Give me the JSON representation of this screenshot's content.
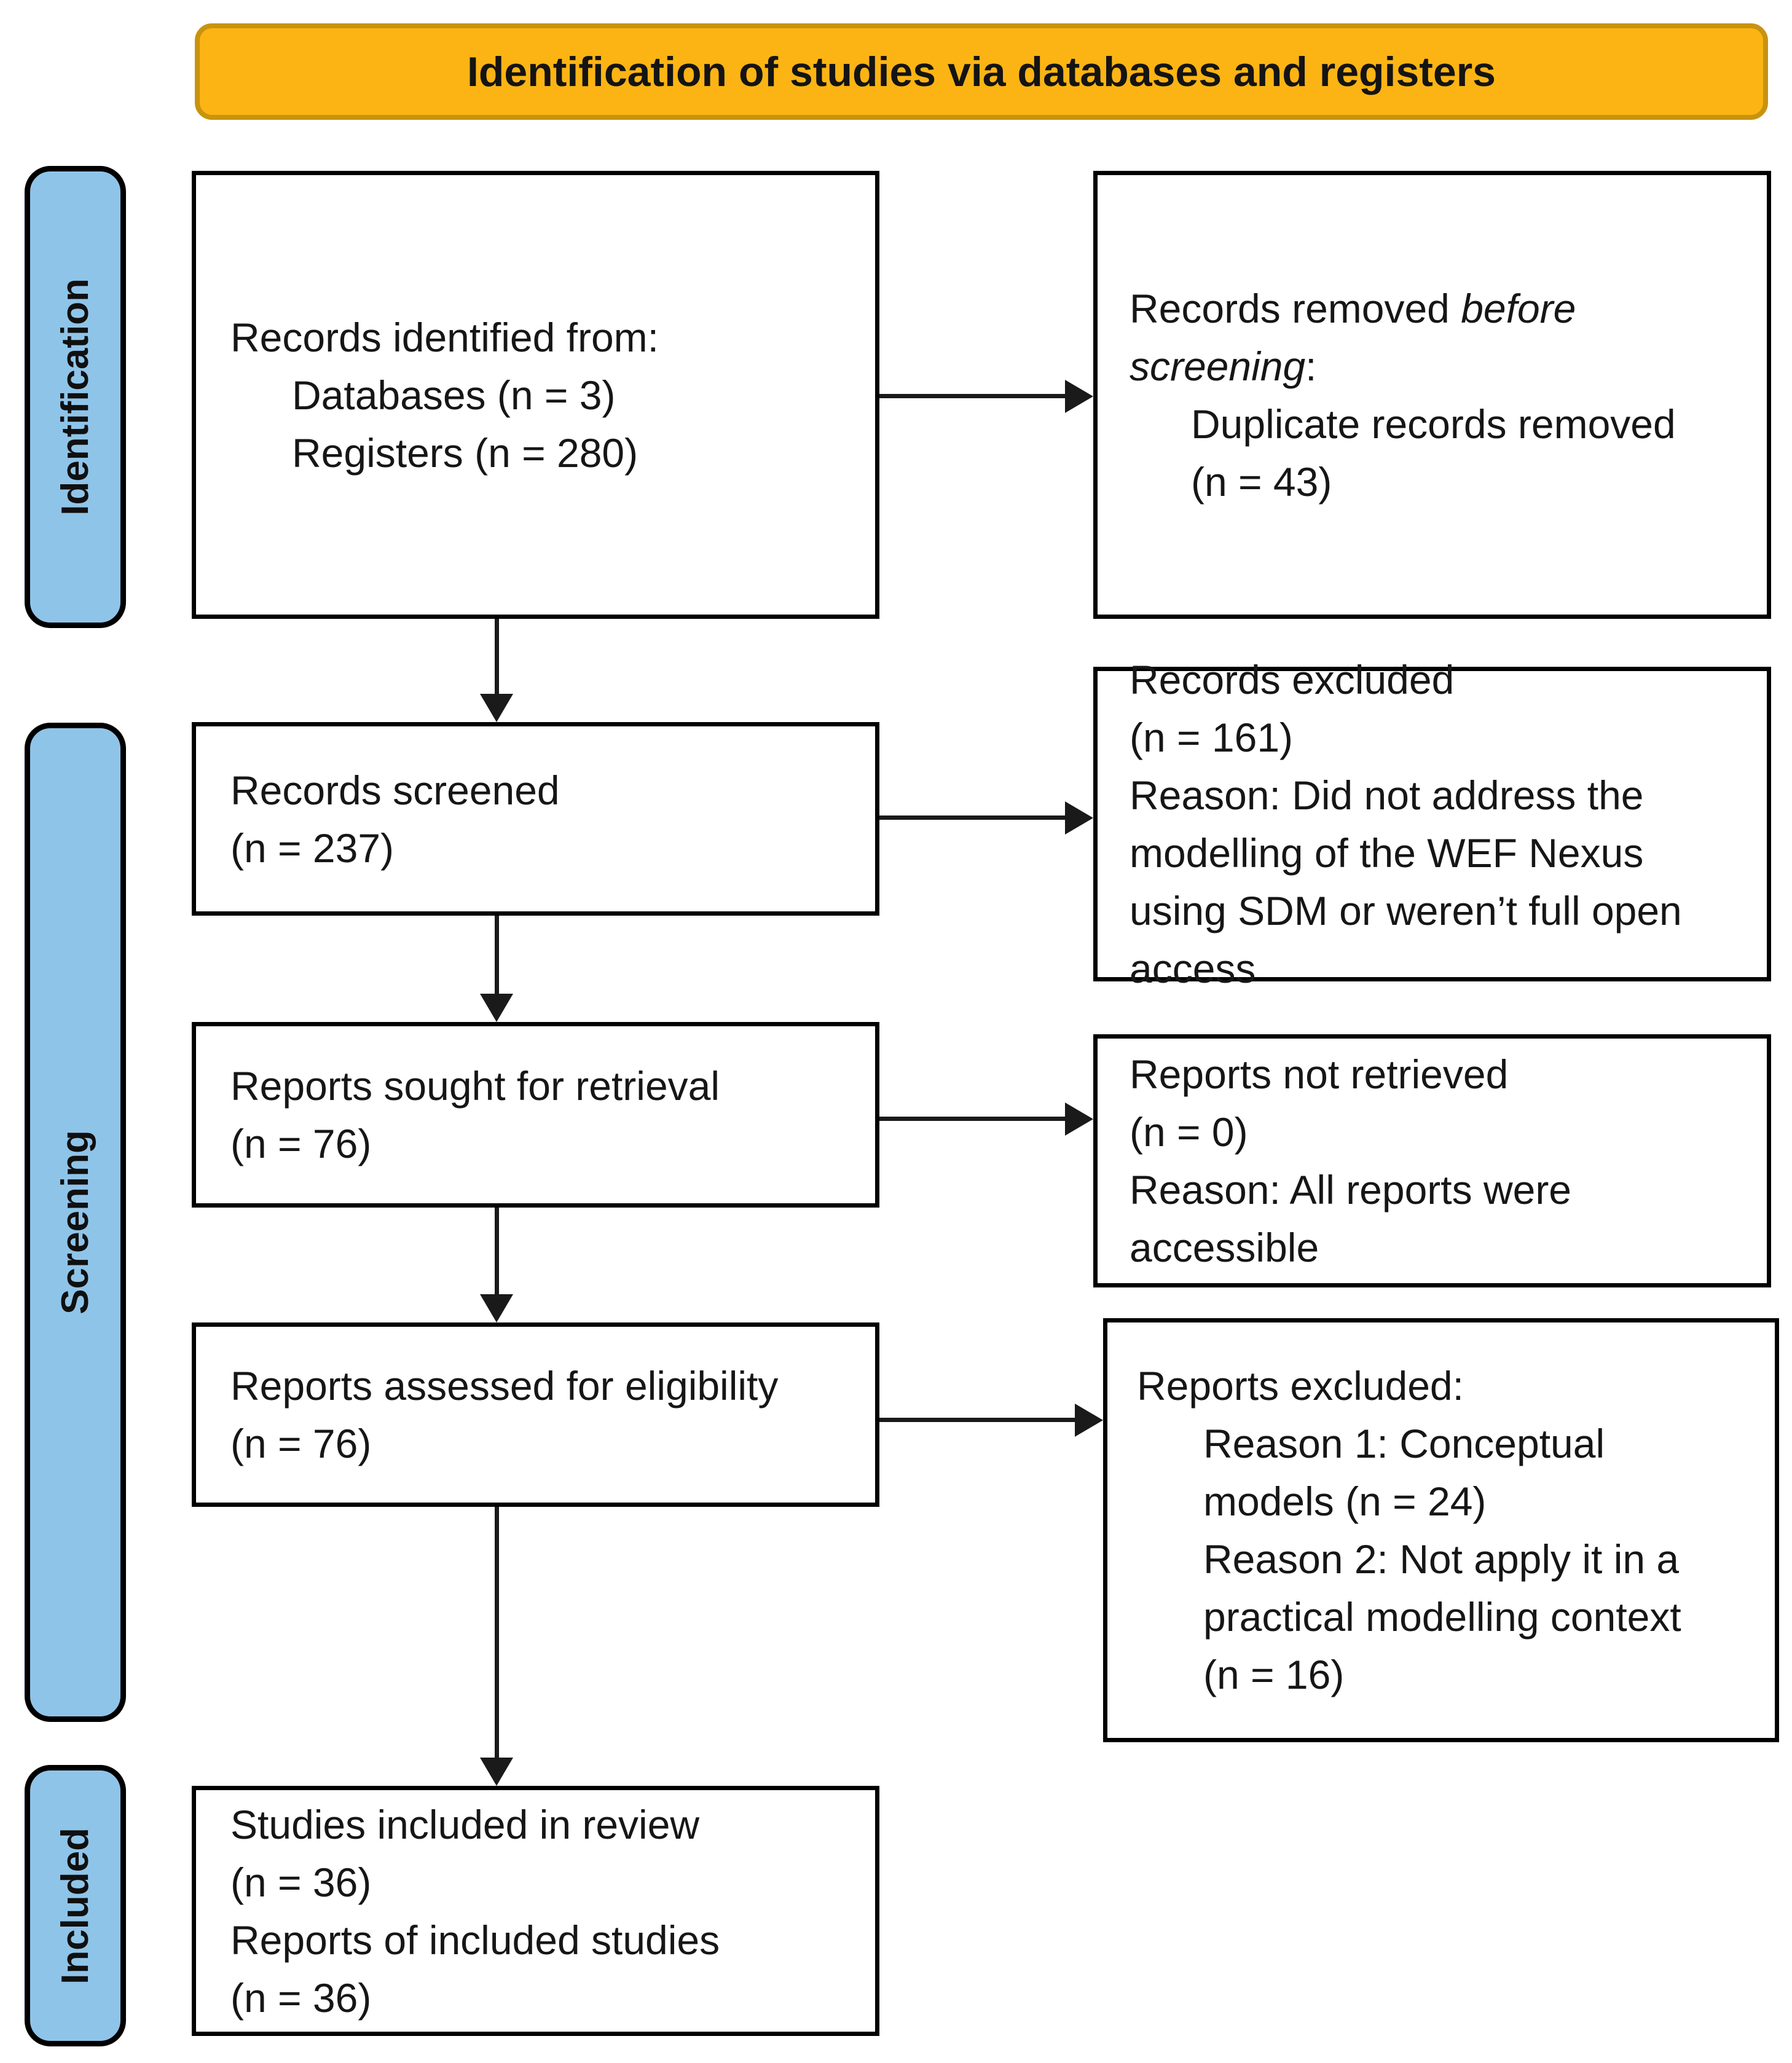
{
  "banner": {
    "title": "Identification of studies via databases and registers"
  },
  "stages": {
    "identification": "Identification",
    "screening": "Screening",
    "included": "Included"
  },
  "boxes": {
    "records_identified": {
      "intro": "Records identified from:",
      "databases": "Databases (n = 3)",
      "registers": "Registers (n = 280)"
    },
    "records_removed": {
      "line1_normal": "Records removed ",
      "line1_italic": "before",
      "line2_italic": "screening",
      "line2_normal": ":",
      "item": "Duplicate records removed",
      "count": "(n = 43)"
    },
    "records_screened": {
      "title": "Records screened",
      "count": "(n = 237)"
    },
    "records_excluded": {
      "title": "Records excluded",
      "count": "(n = 161)",
      "reason": "Reason: Did not address the modelling of the WEF Nexus using SDM or weren’t full open access"
    },
    "reports_sought": {
      "title": "Reports sought for retrieval",
      "count": "(n = 76)"
    },
    "reports_not_retrieved": {
      "title": "Reports not retrieved",
      "count": "(n = 0)",
      "reason": "Reason: All reports were accessible"
    },
    "reports_assessed": {
      "title": "Reports assessed for eligibility",
      "count": "(n = 76)"
    },
    "reports_excluded": {
      "title": "Reports excluded:",
      "reason1": "Reason 1: Conceptual models (n = 24)",
      "reason2": "Reason 2: Not apply it in a practical modelling context (n = 16)"
    },
    "studies_included": {
      "line1": "Studies included in review",
      "count1": "(n = 36)",
      "line2": "Reports of included studies",
      "count2": "(n = 36)"
    }
  },
  "colors": {
    "banner_fill": "#FCB414",
    "banner_border": "#C8930E",
    "stage_fill": "#8FC4E9",
    "box_background": "#FFFFFF",
    "box_border": "#000000",
    "arrow": "#1A1A1A",
    "text": "#161616"
  }
}
